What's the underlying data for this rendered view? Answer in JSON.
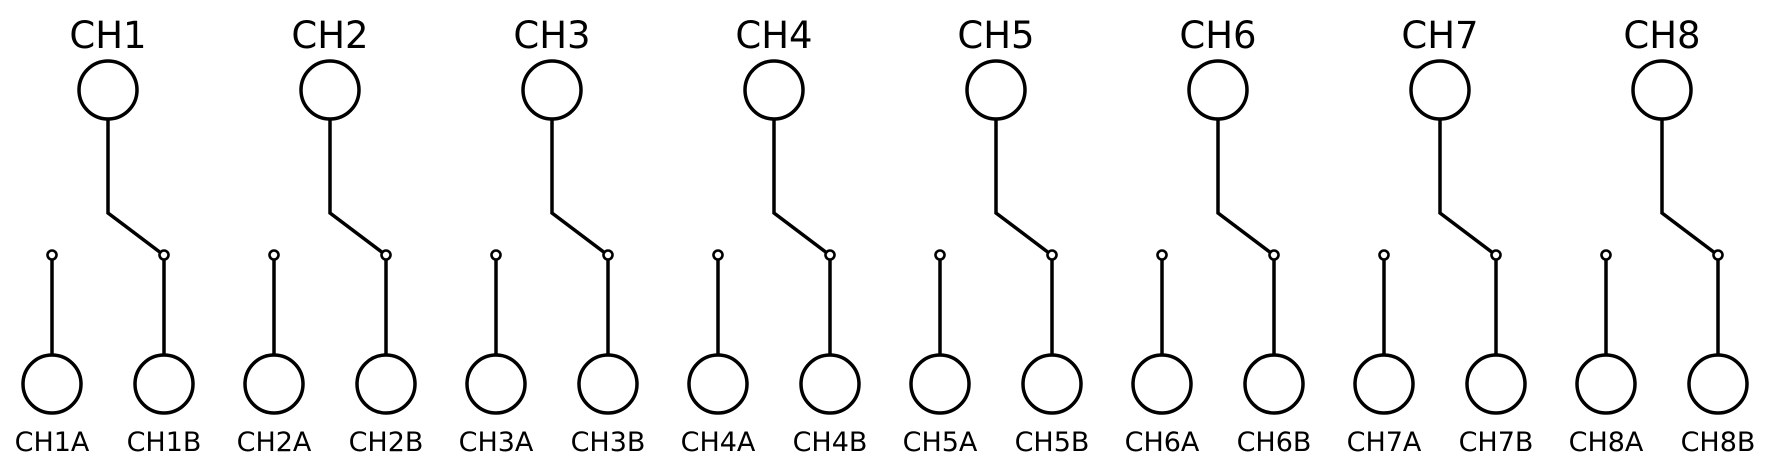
{
  "diagram": {
    "channels": [
      {
        "name": "CH1",
        "port_a": "CH1A",
        "port_b": "CH1B",
        "selected": "B"
      },
      {
        "name": "CH2",
        "port_a": "CH2A",
        "port_b": "CH2B",
        "selected": "B"
      },
      {
        "name": "CH3",
        "port_a": "CH3A",
        "port_b": "CH3B",
        "selected": "B"
      },
      {
        "name": "CH4",
        "port_a": "CH4A",
        "port_b": "CH4B",
        "selected": "B"
      },
      {
        "name": "CH5",
        "port_a": "CH5A",
        "port_b": "CH5B",
        "selected": "B"
      },
      {
        "name": "CH6",
        "port_a": "CH6A",
        "port_b": "CH6B",
        "selected": "B"
      },
      {
        "name": "CH7",
        "port_a": "CH7A",
        "port_b": "CH7B",
        "selected": "B"
      },
      {
        "name": "CH8",
        "port_a": "CH8A",
        "port_b": "CH8B",
        "selected": "B"
      }
    ]
  }
}
